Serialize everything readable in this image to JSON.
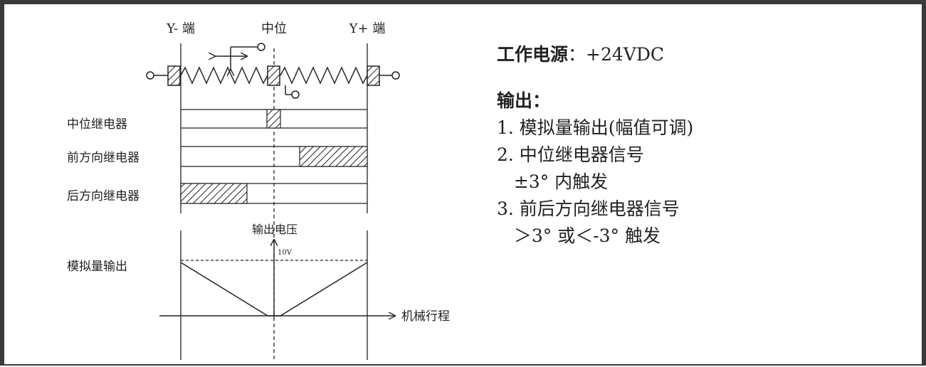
{
  "diagram": {
    "ends": {
      "left": "Y- 端",
      "center": "中位",
      "right": "Y+ 端"
    },
    "relays": {
      "center": "中位继电器",
      "forward": "前方向继电器",
      "backward": "后方向继电器"
    },
    "analog": {
      "row_label": "模拟量输出",
      "y_axis_label": "输出电压",
      "max_label": "10V",
      "x_axis_label": "机械行程"
    }
  },
  "spec": {
    "power_label": "工作电源",
    "power_value": "：+24VDC",
    "output_heading": "输出：",
    "items": [
      "1. 模拟量输出(幅值可调)",
      "2. 中位继电器信号",
      "   ±3° 内触发",
      "3. 前后方向继电器信号",
      "   ＞3° 或＜-3° 触发"
    ]
  }
}
